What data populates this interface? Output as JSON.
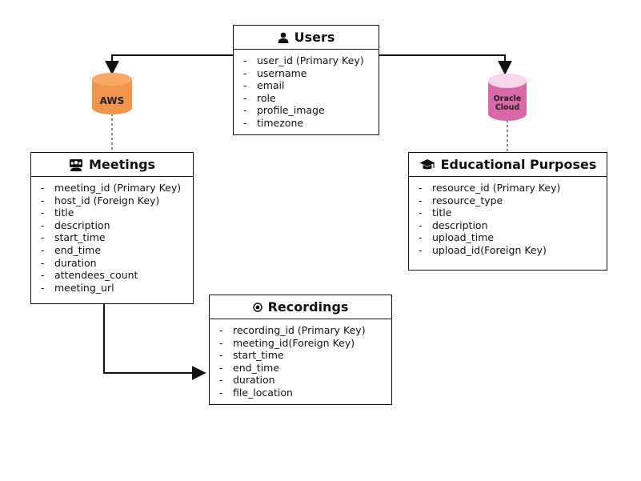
{
  "colors": {
    "aws_fill": "#f3954a",
    "aws_top": "#f7a867",
    "oracle_fill": "#d868a8",
    "oracle_top": "#f7d7ea",
    "line": "#111111"
  },
  "databases": {
    "aws": {
      "label": "AWS"
    },
    "oracle": {
      "line1": "Oracle",
      "line2": "Cloud"
    }
  },
  "users": {
    "title": "Users",
    "icon": "user-icon",
    "fields": [
      "user_id (Primary Key)",
      "username",
      "email",
      "role",
      "profile_image",
      "timezone"
    ]
  },
  "meetings": {
    "title": "Meetings",
    "icon": "group-icon",
    "fields": [
      "meeting_id (Primary Key)",
      "host_id (Foreign Key)",
      "title",
      "description",
      "start_time",
      "end_time",
      "duration",
      "attendees_count",
      "meeting_url"
    ]
  },
  "educational": {
    "title": "Educational Purposes",
    "icon": "graduation-cap-icon",
    "fields": [
      "resource_id (Primary Key)",
      "resource_type",
      "title",
      "description",
      "upload_time",
      "upload_id(Foreign Key)"
    ]
  },
  "recordings": {
    "title": "Recordings",
    "icon": "record-icon",
    "fields": [
      "recording_id (Primary Key)",
      "meeting_id(Foreign Key)",
      "start_time",
      "end_time",
      "duration",
      "file_location"
    ]
  }
}
